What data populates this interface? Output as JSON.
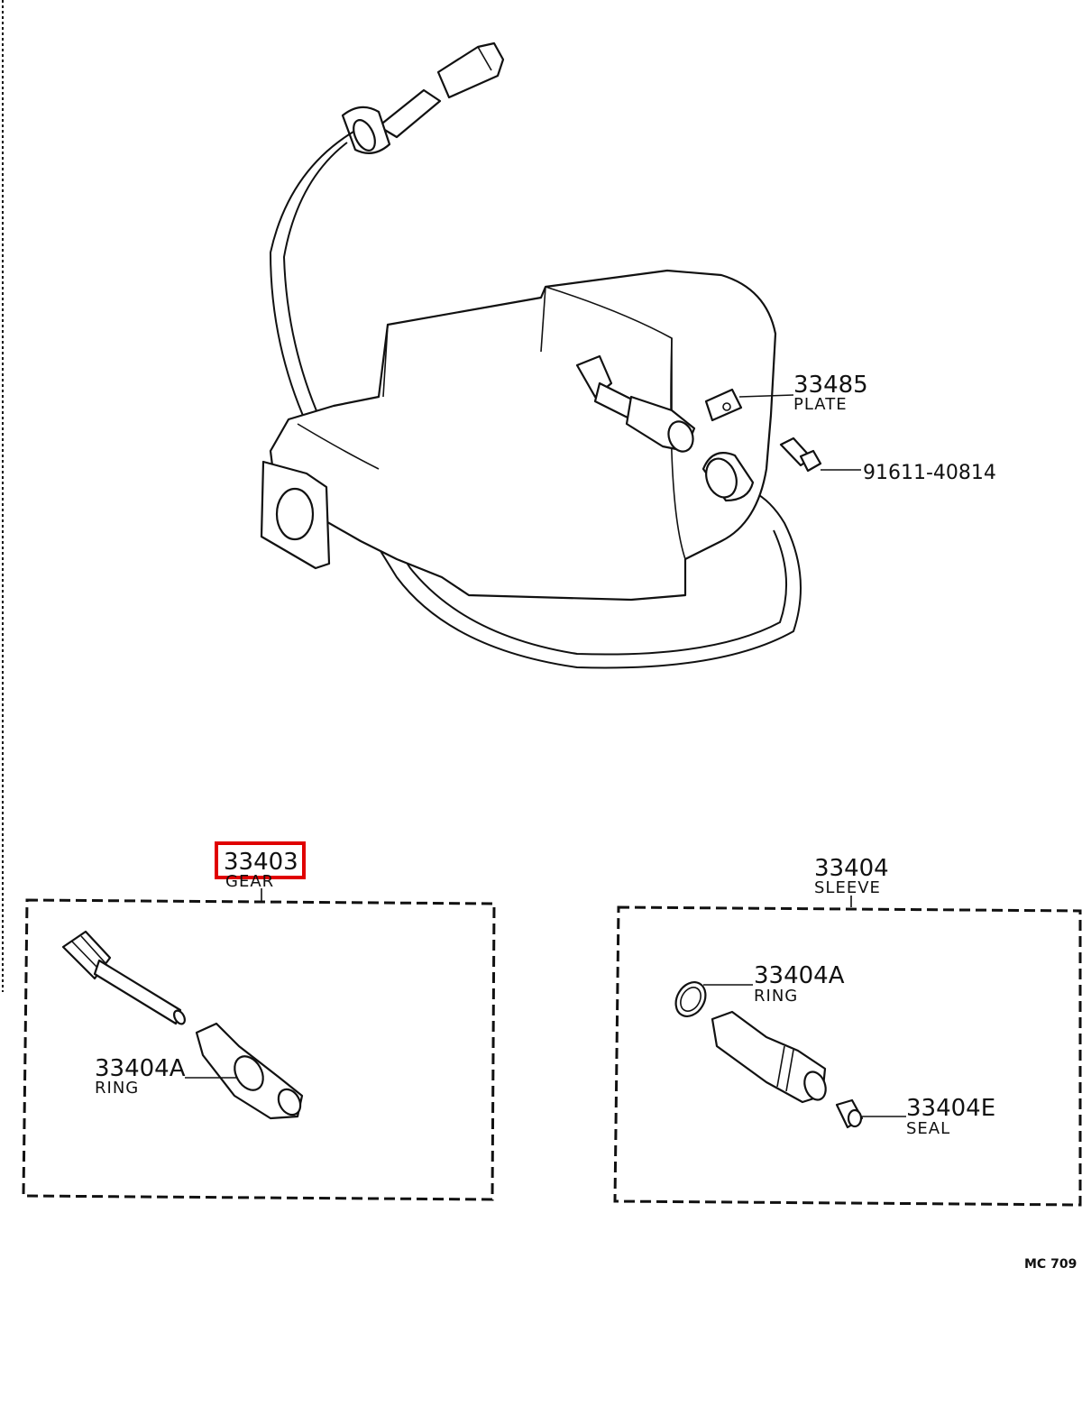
{
  "parts": {
    "plate": {
      "number": "33485",
      "name": "PLATE"
    },
    "bolt": {
      "number": "91611-40814"
    },
    "gear": {
      "number": "33403",
      "name": "GEAR"
    },
    "ring_left": {
      "number": "33404A",
      "name": "RING"
    },
    "sleeve": {
      "number": "33404",
      "name": "SLEEVE"
    },
    "ring_right": {
      "number": "33404A",
      "name": "RING"
    },
    "seal": {
      "number": "33404E",
      "name": "SEAL"
    }
  },
  "footer": {
    "code": "MC 709"
  },
  "colors": {
    "highlight": "#e00000",
    "ink": "#111111"
  }
}
